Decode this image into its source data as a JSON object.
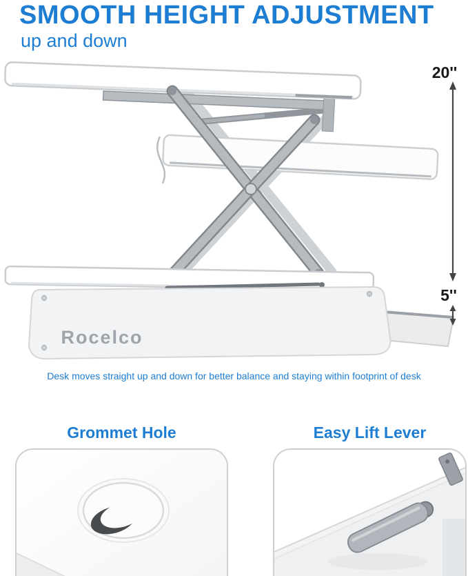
{
  "header": {
    "title": "SMOOTH HEIGHT ADJUSTMENT",
    "subtitle": "up and down"
  },
  "diagram": {
    "dimension_raised": "20''",
    "dimension_lowered": "5''",
    "brand": "Rocelco",
    "caption": "Desk moves straight up and down for better balance and staying within footprint of desk"
  },
  "callouts": [
    {
      "label": "Grommet Hole"
    },
    {
      "label": "Easy Lift Lever"
    }
  ],
  "colors": {
    "accent_blue": "#1d7dd2",
    "metal_gray": "#b6bbc0",
    "dimension_text": "#171717"
  }
}
